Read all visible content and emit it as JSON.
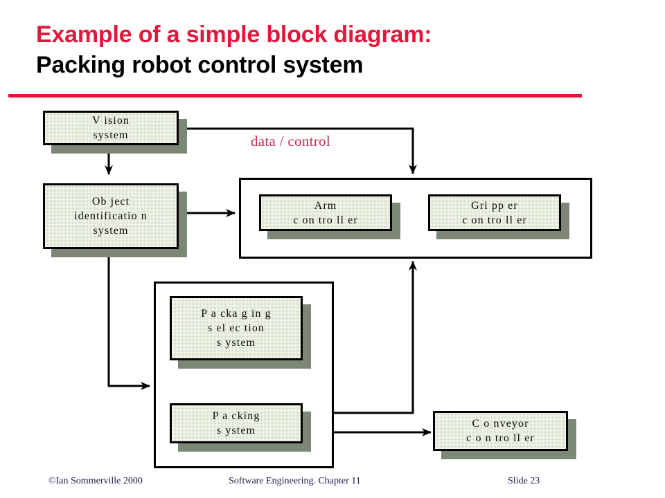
{
  "slide": {
    "title_line_1": "Example of a simple block diagram:",
    "title_line_2": "Packing robot control system",
    "accent_color": "#e2173c",
    "node_fill_color": "#d2dcc2",
    "node_shadow_color": "#7d8775",
    "label_color": "#c0304e"
  },
  "diagram": {
    "type": "block-diagram",
    "annotation": {
      "label": "data / control"
    },
    "nodes": [
      {
        "id": "vision",
        "lines": [
          "V ision",
          "system"
        ]
      },
      {
        "id": "object-id",
        "lines": [
          "Ob ject",
          "identificatio n",
          "system"
        ]
      },
      {
        "id": "arm",
        "lines": [
          "Arm",
          "c on tro ll er"
        ]
      },
      {
        "id": "gripper",
        "lines": [
          "Gri pp er",
          "c on tro ll er"
        ]
      },
      {
        "id": "packaging-sel",
        "lines": [
          "P a cka g in g",
          "s el ec tion",
          "s ystem"
        ]
      },
      {
        "id": "packing",
        "lines": [
          "P a cking",
          "s ystem"
        ]
      },
      {
        "id": "conveyor",
        "lines": [
          "C o nveyor",
          "c o n tro ll er"
        ]
      }
    ],
    "groups": [
      {
        "id": "robot-controllers",
        "contains": [
          "arm",
          "gripper"
        ]
      },
      {
        "id": "packing-subsystem",
        "contains": [
          "packaging-sel",
          "packing"
        ]
      }
    ],
    "edges": [
      {
        "from": "vision",
        "to": "object-id",
        "style": "single"
      },
      {
        "from": "vision",
        "to": "robot-controllers",
        "style": "single",
        "label": "data / control"
      },
      {
        "from": "object-id",
        "to": "robot-controllers",
        "style": "single"
      },
      {
        "from": "object-id",
        "to": "packing-subsystem",
        "style": "single"
      },
      {
        "from": "packaging-sel",
        "to": "packing",
        "style": "double"
      },
      {
        "from": "packing",
        "to": "robot-controllers",
        "style": "single"
      },
      {
        "from": "packing",
        "to": "conveyor",
        "style": "single"
      },
      {
        "from": "conveyor",
        "to": "packing",
        "style": "single"
      }
    ]
  },
  "footer": {
    "copyright": "©Ian Sommerville  2000",
    "center": "Software Engineering. Chapter 11",
    "slide": "Slide 23"
  }
}
